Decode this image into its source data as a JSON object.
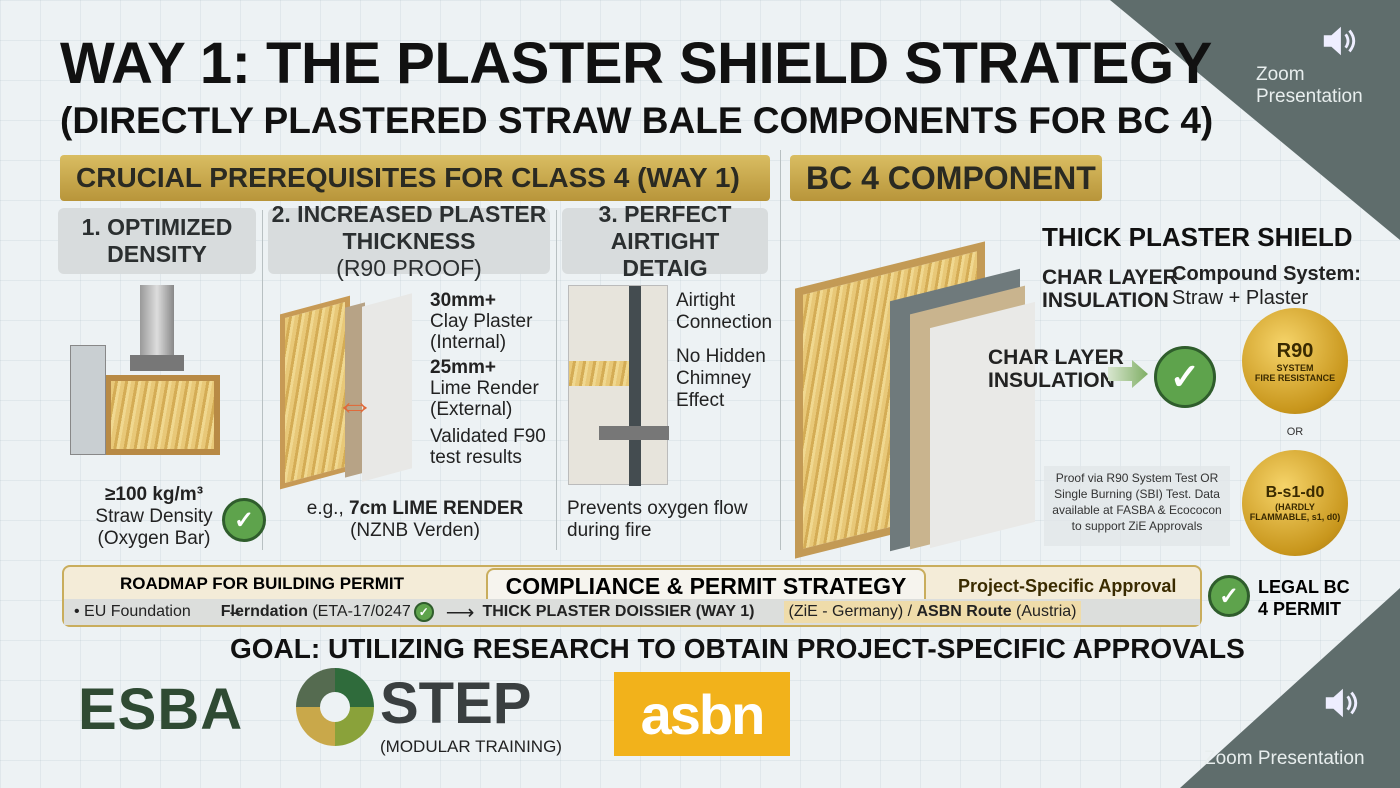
{
  "title": "WAY 1: THE PLASTER SHIELD STRATEGY",
  "subtitle": "(DIRECTLY PLASTERED STRAW BALE COMPONENTS FOR BC 4)",
  "zoom_top": {
    "label": "Zoom Presentation",
    "icon": "speaker-icon"
  },
  "zoom_bottom": {
    "label": "Zoom Presentation",
    "icon": "speaker-icon"
  },
  "prereq_banner": "CRUCIAL PREREQUISITES FOR CLASS 4 (WAY 1)",
  "component_banner": "BC 4  COMPONENT",
  "columns": [
    {
      "head": "1. OPTIMIZED DENSITY",
      "value": "≥100 kg/m³",
      "l1": "Straw Density",
      "l2": "(Oxygen Bar)"
    },
    {
      "head_bold": "2. INCREASED PLASTER THICKNESS",
      "head_light": "(R90 PROOF)",
      "labels": [
        {
          "b": "30mm+",
          "t1": "Clay Plaster",
          "t2": "(Internal)"
        },
        {
          "b": "25mm+",
          "t1": "Lime Render",
          "t2": "(External)"
        },
        {
          "b": "",
          "t1": "Validated F90",
          "t2": "test results"
        }
      ],
      "eg_prefix": "e.g., ",
      "eg_bold": "7cm LIME RENDER",
      "eg_sub": "(NZNB Verden)"
    },
    {
      "head": "3. PERFECT AIRTIGHT DETAIG",
      "labels": [
        "Airtight",
        "Connection",
        "No Hidden",
        "Chimney",
        "Effect"
      ],
      "note1": "Prevents oxygen flow",
      "note2": "during fire"
    }
  ],
  "component": {
    "thick": "THICK PLASTER SHIELD",
    "char1a": "CHAR LAYER",
    "char1b": "INSULATION",
    "compound_b": "Compound System:",
    "compound_t": "Straw + Plaster",
    "char2a": "CHAR LAYER",
    "char2b": "INSULATION",
    "seal1": {
      "big": "R90",
      "s1": "SYSTEM",
      "s2": "FIRE RESISTANCE"
    },
    "or": "OR",
    "seal2": {
      "big": "B-s1-d0",
      "s1": "(HARDLY",
      "s2": "FLAMMABLE, s1, d0)"
    },
    "proof": [
      "Proof via R90 System Test OR",
      "Single Burning (SBI) Test. Data",
      "available at FASBA & Ecococon",
      "to support ZiE Approvals"
    ]
  },
  "roadmap": {
    "tab1": "ROADMAP FOR BUILDING PERMIT",
    "tab2": "COMPLIANCE & PERMIT STRATEGY",
    "tab3": "Project-Specific Approval",
    "eu": "• EU Foundation",
    "found_b": "Fl̶erndation",
    "found_t": " (ETA-17/0247",
    "dossier": "THICK PLASTER DOISSIER (WAY 1)",
    "zie": "(ZiE - Germany) / ",
    "asbn_b": "ASBN Route",
    "asbn_t": " (Austria)",
    "legal1": "LEGAL BC",
    "legal2": "4 PERMIT"
  },
  "goal": "GOAL: UTILIZING RESEARCH TO OBTAIN PROJECT-SPECIFIC APPROVALS",
  "logos": {
    "esba": "ESBA",
    "step": "STEP",
    "step_sub": "(MODULAR TRAINING)",
    "asbn": "asbn"
  },
  "colors": {
    "gold": "#c9a84a",
    "green": "#5ea34c",
    "slate": "#5f6d6c",
    "asbn": "#f2b21b"
  }
}
